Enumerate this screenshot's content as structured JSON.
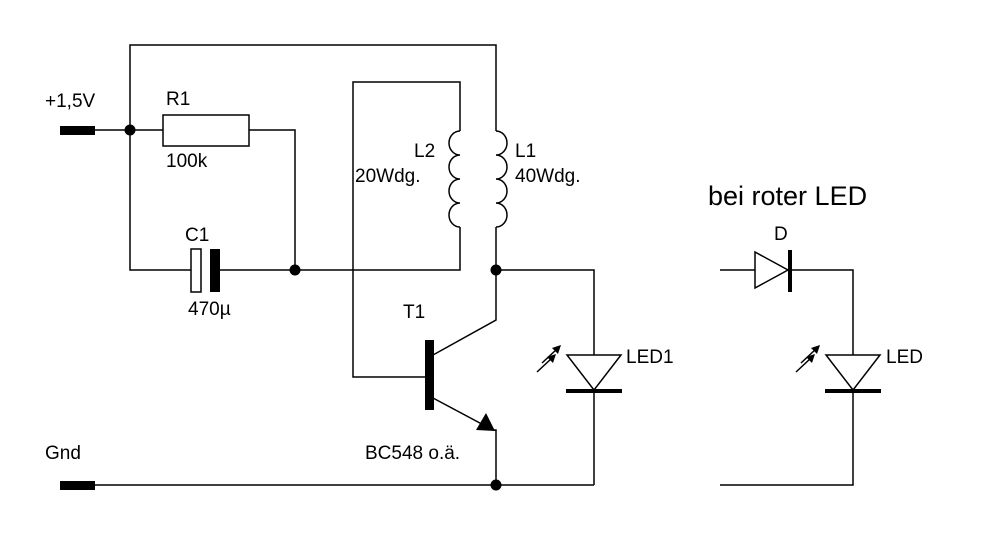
{
  "labels": {
    "supply": "+1,5V",
    "gnd": "Gnd",
    "r1_name": "R1",
    "r1_value": "100k",
    "c1_name": "C1",
    "c1_value": "470µ",
    "l2_name": "L2",
    "l2_value": "20Wdg.",
    "l1_name": "L1",
    "l1_value": "40Wdg.",
    "t1_name": "T1",
    "t1_type": "BC548 o.ä.",
    "led1_name": "LED1",
    "variant_title": "bei roter LED",
    "diode_name": "D",
    "led_name": "LED"
  }
}
